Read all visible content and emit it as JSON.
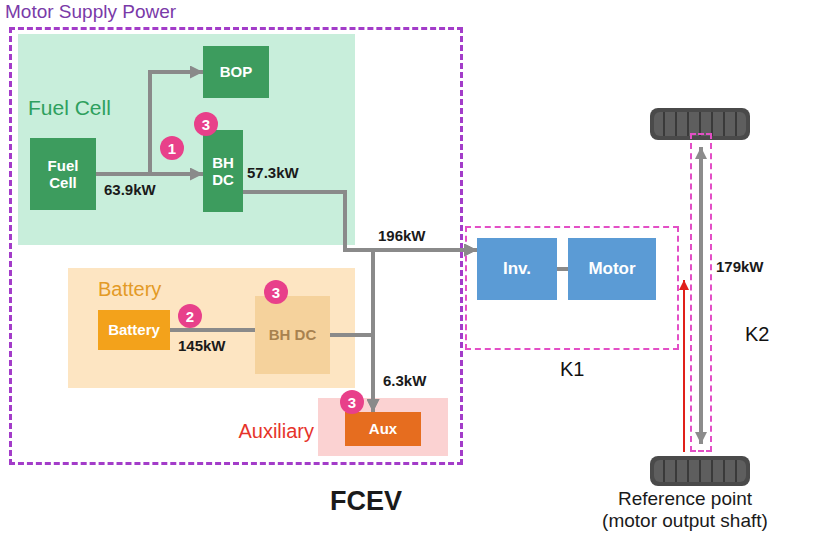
{
  "diagram": {
    "nodes": [
      {
        "text": [
          "Motor Supply Power"
        ]
      },
      {
        "text": [
          "Fuel Cell"
        ],
        "in": 0
      },
      {
        "text": [
          "Fuel Cell"
        ],
        "in": 1
      },
      {
        "text": [
          "BOP"
        ],
        "in": 1
      },
      {
        "text": [
          "BH DC"
        ],
        "in": 1
      },
      {
        "text": [
          "Battery"
        ],
        "in": 0
      },
      {
        "text": [
          "Battery"
        ],
        "in": 5
      },
      {
        "text": [
          "BH DC"
        ],
        "in": 5
      },
      {
        "text": [
          "Auxiliary"
        ],
        "in": 0
      },
      {
        "text": [
          "Aux"
        ],
        "in": 8
      },
      {
        "text": [
          "K1"
        ]
      },
      {
        "text": [
          "Inv."
        ],
        "in": 10
      },
      {
        "text": [
          "Motor"
        ],
        "in": 10
      },
      {
        "text": [
          "K2"
        ]
      }
    ],
    "edges": [
      {
        "from": 2,
        "to": 3,
        "arrow": "to"
      },
      {
        "from": 2,
        "to": 4,
        "arrow": "to",
        "label": "63.9kW"
      },
      {
        "from": 4,
        "to": 11,
        "arrow": "to"
      },
      {
        "from": 7,
        "to": 11,
        "arrow": "to"
      },
      {
        "from": 4,
        "to": 9,
        "arrow": "to"
      },
      {
        "from": 7,
        "to": 9,
        "arrow": "to"
      },
      {
        "from": 6,
        "to": 7,
        "arrow": "none",
        "label": "145kW"
      },
      {
        "from": 11,
        "to": 12,
        "arrow": "none"
      }
    ],
    "labels": [
      "1",
      "3",
      "57.3kW",
      "196kW",
      "2",
      "3",
      "3",
      "6.3kW",
      "179kW",
      "FCEV",
      "Reference point (motor output shaft)"
    ]
  }
}
